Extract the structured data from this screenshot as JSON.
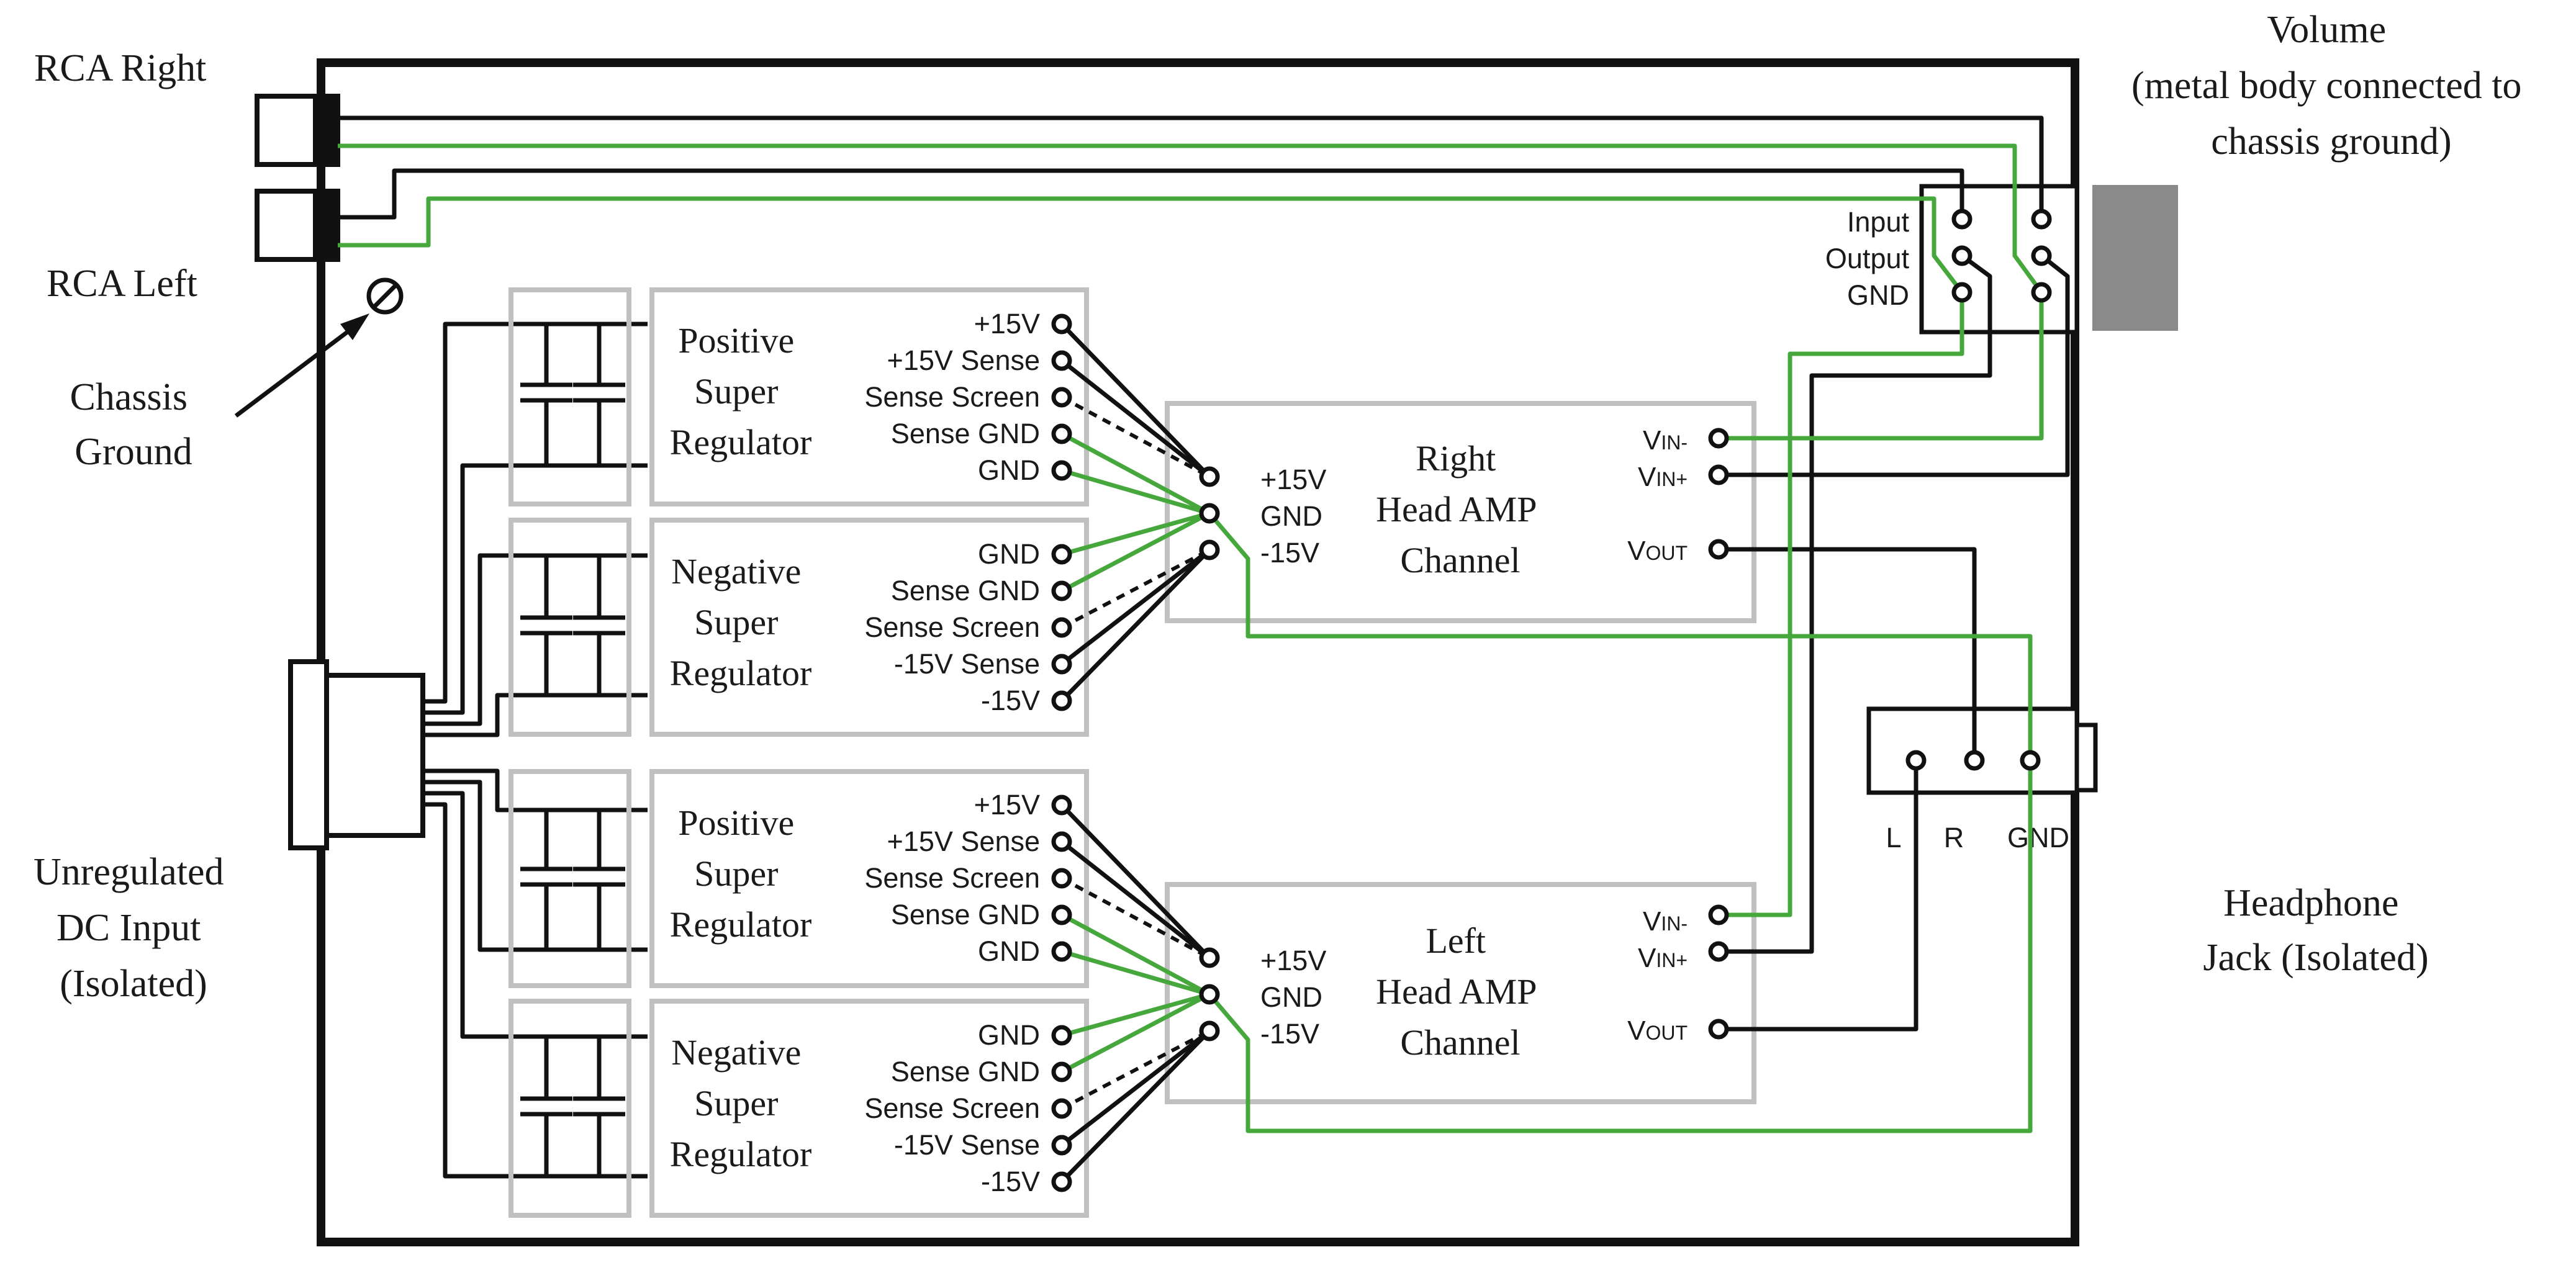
{
  "labels": {
    "rca_right": "RCA Right",
    "rca_left": "RCA Left",
    "chassis_ground": [
      "Chassis",
      "Ground"
    ],
    "dc_input": [
      "Unregulated",
      "DC Input",
      "(Isolated)"
    ],
    "volume": [
      "Volume",
      "(metal body connected to",
      "chassis ground)"
    ],
    "headphone_jack": [
      "Headphone",
      "Jack (Isolated)"
    ]
  },
  "volume_pins": [
    "Input",
    "Output",
    "GND"
  ],
  "regulators": {
    "positive_title": [
      "Positive",
      "Super",
      "Regulator"
    ],
    "negative_title": [
      "Negative",
      "Super",
      "Regulator"
    ],
    "positive_pins": [
      "+15V",
      "+15V Sense",
      "Sense Screen",
      "Sense GND",
      "GND"
    ],
    "negative_pins": [
      "GND",
      "Sense GND",
      "Sense Screen",
      "-15V Sense",
      "-15V"
    ]
  },
  "amps": {
    "right_title": [
      "Right",
      "Head AMP",
      "Channel"
    ],
    "left_title": [
      "Left",
      "Head AMP",
      "Channel"
    ],
    "supply_pins": [
      "+15V",
      "GND",
      "-15V"
    ],
    "vin_minus_main": "V",
    "vin_minus_sub": "IN-",
    "vin_plus_main": "V",
    "vin_plus_sub": "IN+",
    "vout_main": "V",
    "vout_sub": "OUT"
  },
  "jack_pins": [
    "L",
    "R",
    "GND"
  ],
  "colors": {
    "wire": "#111111",
    "ground_wire": "#46a83c",
    "box": "#c0c0c0",
    "knob": "#8a8a8b"
  }
}
